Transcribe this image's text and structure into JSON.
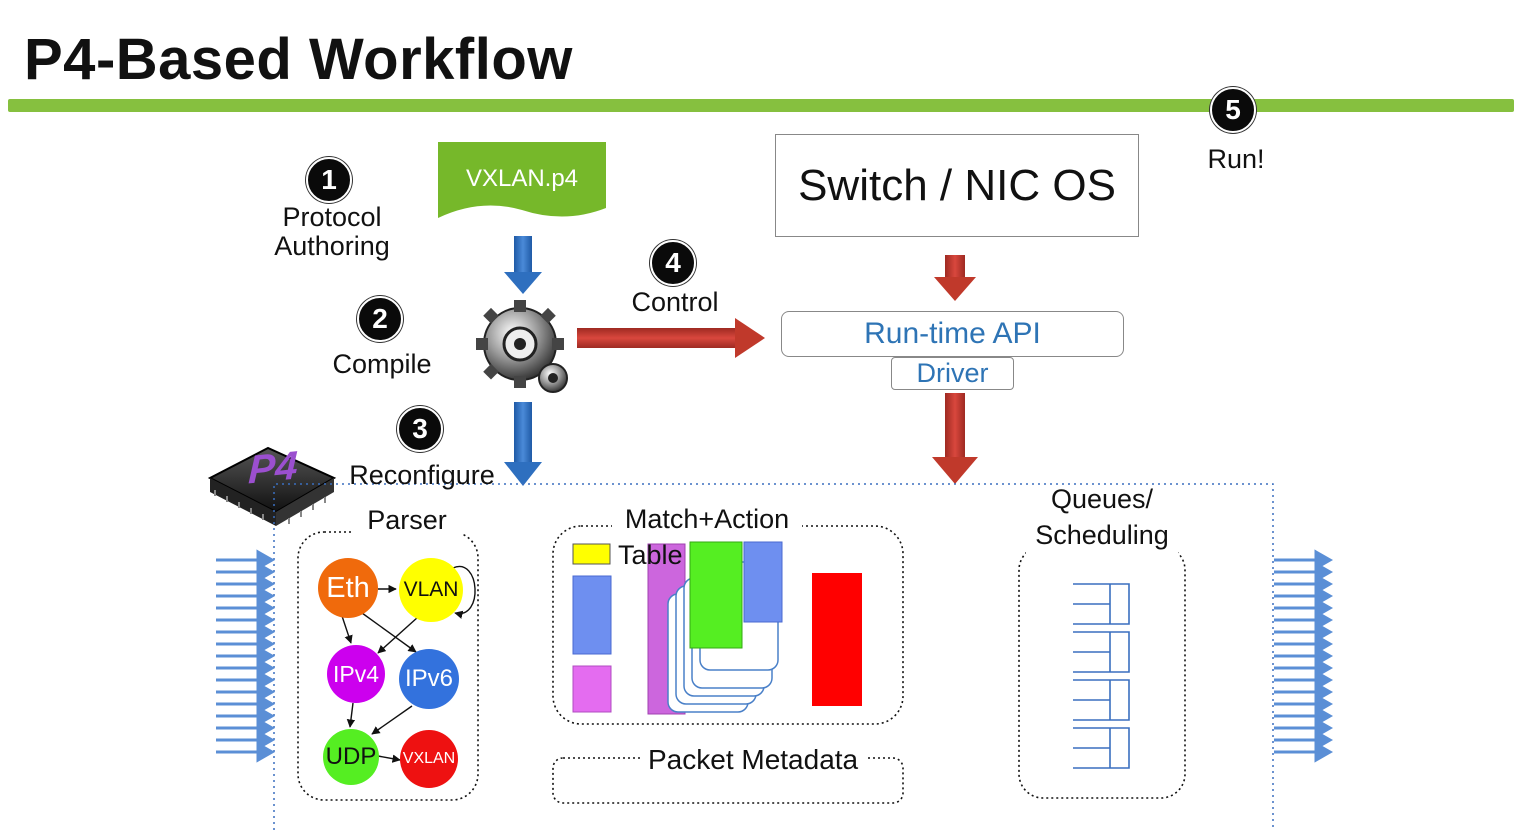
{
  "title": "P4-Based Workflow",
  "steps": [
    {
      "number": "1",
      "label_line1": "Protocol",
      "label_line2": "Authoring"
    },
    {
      "number": "2",
      "label": "Compile"
    },
    {
      "number": "3",
      "label": "Reconfigure"
    },
    {
      "number": "4",
      "label": "Control"
    },
    {
      "number": "5",
      "label": "Run!"
    }
  ],
  "program_file": "VXLAN.p4",
  "os_box": "Switch / NIC OS",
  "runtime_api": "Run-time API",
  "driver": "Driver",
  "chip_logo": "P4",
  "pipeline": {
    "parser_label": "Parser",
    "match_action_label": "Match+Action",
    "table_legend_label": "Table",
    "queues_label_line1": "Queues/",
    "queues_label_line2": "Scheduling",
    "metadata_label": "Packet Metadata"
  },
  "parse_graph": {
    "nodes": [
      {
        "label": "Eth",
        "color": "#f06a0c"
      },
      {
        "label": "VLAN",
        "color": "#ffff00"
      },
      {
        "label": "IPv4",
        "color": "#cc00ee"
      },
      {
        "label": "IPv6",
        "color": "#3372dd"
      },
      {
        "label": "UDP",
        "color": "#55ee22"
      },
      {
        "label": "VXLAN",
        "color": "#ee1111"
      }
    ]
  },
  "colors": {
    "accent_green": "#86c03f",
    "arrow_blue": "#2e6fbf",
    "arrow_red": "#c0392b",
    "api_text_blue": "#2e74b5",
    "file_green": "#76b82a",
    "input_arrows": "#5b8fd6"
  }
}
